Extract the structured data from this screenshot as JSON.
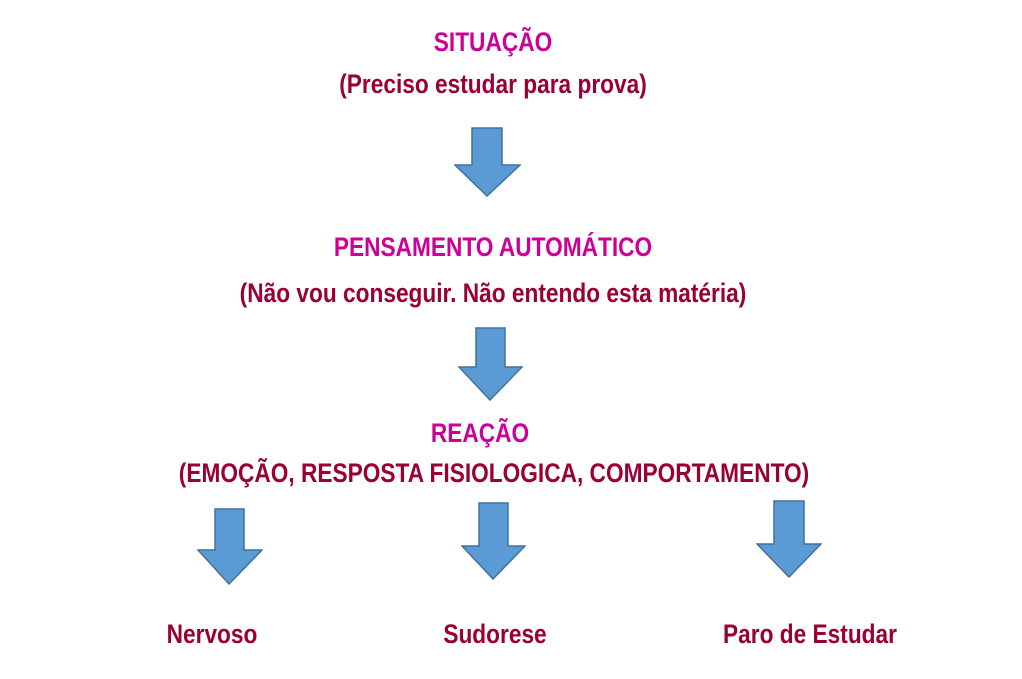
{
  "colors": {
    "heading": "#cc0099",
    "text": "#990033",
    "arrow_fill": "#5b9bd5",
    "arrow_stroke": "#41719c"
  },
  "situacao": {
    "title": "SITUAÇÃO",
    "detail": "(Preciso estudar para prova)"
  },
  "pensamento": {
    "title": "PENSAMENTO AUTOMÁTICO",
    "detail": "(Não vou conseguir. Não entendo esta matéria)"
  },
  "reacao": {
    "title": "REAÇÃO",
    "detail": "(EMOÇÃO, RESPOSTA FISIOLOGICA, COMPORTAMENTO)"
  },
  "outcomes": [
    {
      "label": "Nervoso"
    },
    {
      "label": "Sudorese"
    },
    {
      "label": "Paro de Estudar"
    }
  ]
}
